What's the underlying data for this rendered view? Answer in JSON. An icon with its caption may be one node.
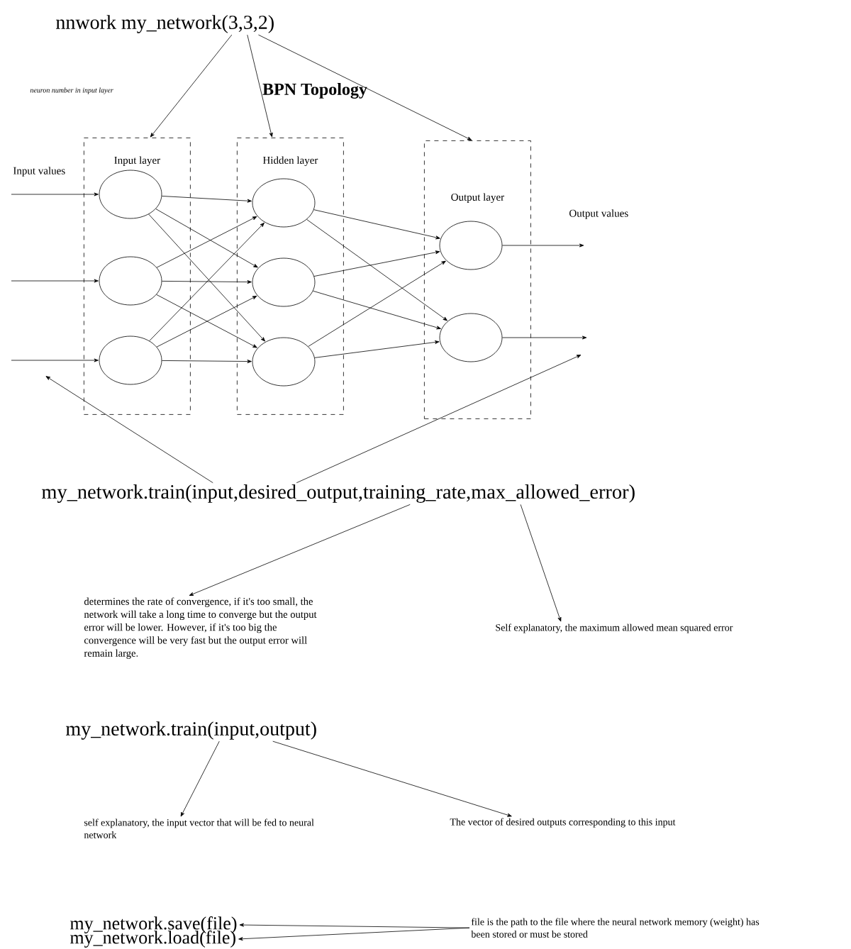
{
  "diagram": {
    "title": "BPN Topology",
    "nodes": [
      {
        "text": [
          "nnwork my_network(3,3,2)"
        ]
      },
      {
        "text": [
          "Input layer"
        ]
      },
      {
        "text": [
          "Hidden layer"
        ]
      },
      {
        "text": [
          "Output layer"
        ]
      },
      {
        "text": [],
        "shape": "circle",
        "in": 1
      },
      {
        "text": [],
        "shape": "circle",
        "in": 1
      },
      {
        "text": [],
        "shape": "circle",
        "in": 1
      },
      {
        "text": [],
        "shape": "circle",
        "in": 2
      },
      {
        "text": [],
        "shape": "circle",
        "in": 2
      },
      {
        "text": [],
        "shape": "circle",
        "in": 2
      },
      {
        "text": [],
        "shape": "circle",
        "in": 3
      },
      {
        "text": [],
        "shape": "circle",
        "in": 3
      },
      {
        "text": [
          "my_network.train(input,desired_output,training_rate,max_allowed_error)"
        ]
      },
      {
        "text": [
          "determines the rate of convergence, if it's too small, the network will take a long time to converge but the output error will be lower. However, if it's too big the convergence will be very fast but the output error will remain large."
        ]
      },
      {
        "text": [
          "Self explanatory, the maximum allowed mean squared error"
        ]
      },
      {
        "text": [
          "my_network.train(input,output)"
        ]
      },
      {
        "text": [
          "self explanatory, the input vector that will be fed to neural network"
        ]
      },
      {
        "text": [
          "The vector of desired outputs corresponding to this input"
        ]
      },
      {
        "text": [
          "my_network.save(file)"
        ]
      },
      {
        "text": [
          "my_network.load(file)"
        ]
      },
      {
        "text": [
          "file is the path to the file where the neural network memory (weight) has been stored or must be stored"
        ]
      }
    ],
    "edges": [
      {
        "from": 0,
        "to": 1,
        "arrow": "to"
      },
      {
        "from": 0,
        "to": 2,
        "arrow": "to"
      },
      {
        "from": 0,
        "to": 3,
        "arrow": "to"
      },
      {
        "from": null,
        "to": 4,
        "arrow": "to"
      },
      {
        "from": null,
        "to": 5,
        "arrow": "to"
      },
      {
        "from": null,
        "to": 6,
        "arrow": "to"
      },
      {
        "from": 4,
        "to": 7,
        "arrow": "to"
      },
      {
        "from": 4,
        "to": 8,
        "arrow": "to"
      },
      {
        "from": 4,
        "to": 9,
        "arrow": "to"
      },
      {
        "from": 5,
        "to": 7,
        "arrow": "to"
      },
      {
        "from": 5,
        "to": 8,
        "arrow": "to"
      },
      {
        "from": 5,
        "to": 9,
        "arrow": "to"
      },
      {
        "from": 6,
        "to": 7,
        "arrow": "to"
      },
      {
        "from": 6,
        "to": 8,
        "arrow": "to"
      },
      {
        "from": 6,
        "to": 9,
        "arrow": "to"
      },
      {
        "from": 7,
        "to": 10,
        "arrow": "to"
      },
      {
        "from": 7,
        "to": 11,
        "arrow": "to"
      },
      {
        "from": 8,
        "to": 10,
        "arrow": "to"
      },
      {
        "from": 8,
        "to": 11,
        "arrow": "to"
      },
      {
        "from": 9,
        "to": 10,
        "arrow": "to"
      },
      {
        "from": 9,
        "to": 11,
        "arrow": "to"
      },
      {
        "from": 10,
        "to": null,
        "arrow": "to"
      },
      {
        "from": 11,
        "to": null,
        "arrow": "to"
      },
      {
        "from": 12,
        "to": null,
        "arrow": "to"
      },
      {
        "from": 12,
        "to": null,
        "arrow": "to"
      },
      {
        "from": 12,
        "to": 13,
        "arrow": "to"
      },
      {
        "from": 12,
        "to": 14,
        "arrow": "to"
      },
      {
        "from": 15,
        "to": 16,
        "arrow": "to"
      },
      {
        "from": 15,
        "to": 17,
        "arrow": "to"
      },
      {
        "from": 20,
        "to": 18,
        "arrow": "to"
      },
      {
        "from": 20,
        "to": 19,
        "arrow": "to"
      }
    ],
    "labels": [
      "neuron number in input layer",
      "Input values",
      "Output values"
    ]
  }
}
